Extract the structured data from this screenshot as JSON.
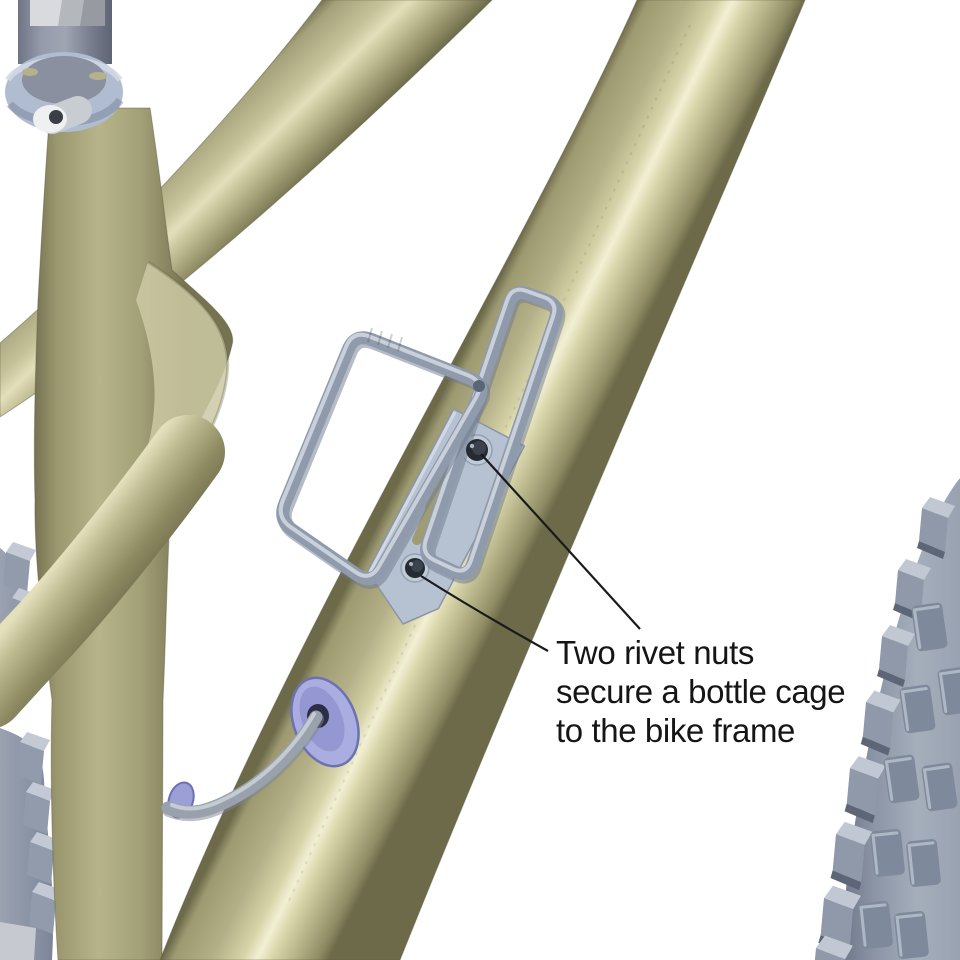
{
  "figure": {
    "kind": "technical-illustration",
    "subject": "Bottle cage mounted with rivet nuts on a bicycle frame down tube"
  },
  "annotation": {
    "lines": [
      "Two rivet nuts",
      "secure a bottle cage",
      "to the bike frame"
    ],
    "text_color": "#151515",
    "leader_line_color": "#1a1a1a"
  },
  "parts": [
    "seat-post",
    "seat-post-clamp",
    "clamp-bolt",
    "seat-tube",
    "top-tube",
    "seat-stay",
    "down-tube",
    "bottle-cage",
    "cage-mount-plate",
    "rivet-nut-top",
    "rivet-nut-bottom",
    "cable-grommet",
    "shift-cable",
    "rear-tire",
    "front-tire"
  ],
  "palette": {
    "background": "#ffffff",
    "frame_olive": "#b3b087",
    "frame_highlight": "#f2f0d4",
    "frame_shadow": "#6d6a4a",
    "hardware_gray": "#8f9bad",
    "hardware_highlight": "#c9d0da",
    "plate_gray": "#b6c2d1",
    "bolt_dark": "#2f343b",
    "grommet_purple": "#a9ade0",
    "tire_gray": "#8c95a6",
    "tire_knob_light": "#c1c8d4"
  }
}
